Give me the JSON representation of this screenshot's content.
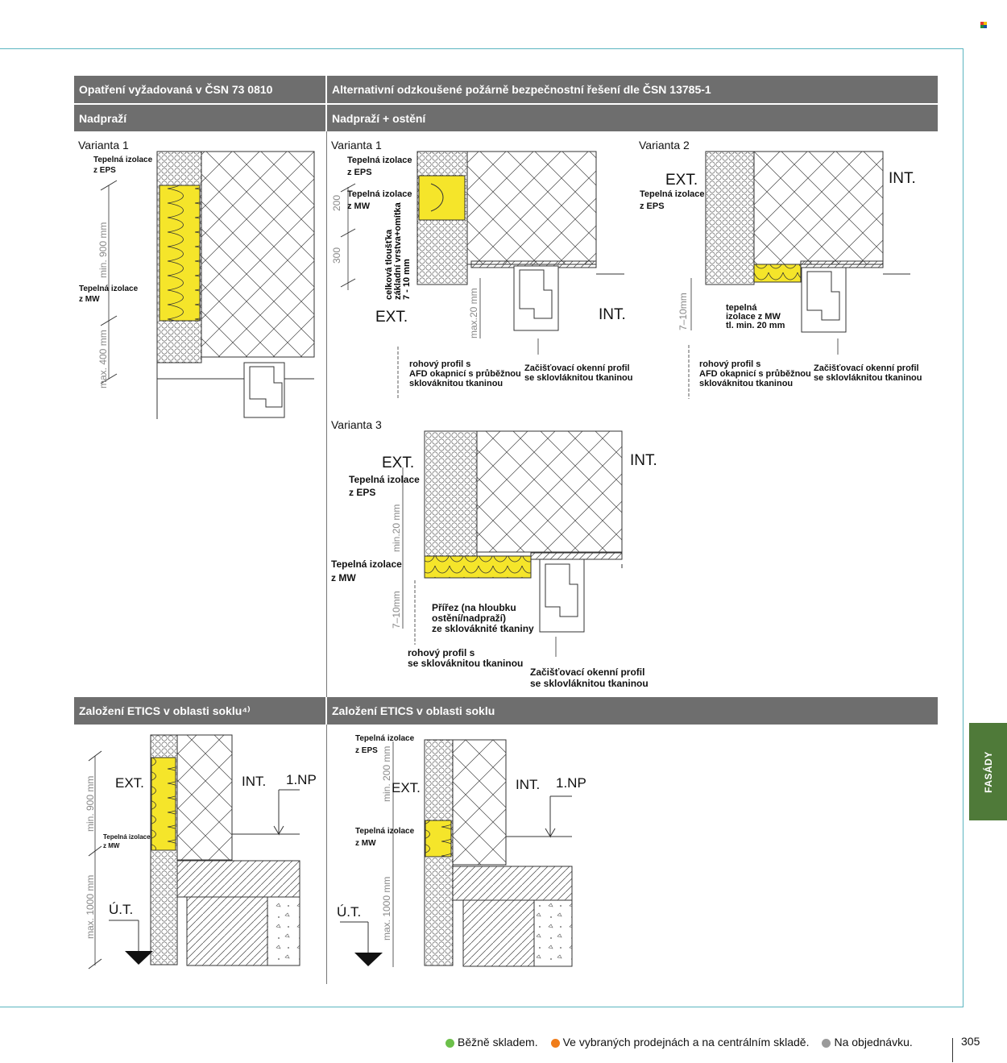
{
  "headers": {
    "left_top": "Opatření vyžadovaná v ČSN 73 0810",
    "right_top": "Alternativní odzkoušené požárně bezpečnostní řešení dle ČSN 13785-1",
    "left_sub": "Nadpraží",
    "right_sub": "Nadpraží + ostění",
    "left_bottom": "Založení ETICS v oblasti soklu⁴⁾",
    "right_bottom": "Založení ETICS v oblasti soklu"
  },
  "variants": {
    "left_v1": "Varianta 1",
    "right_v1": "Varianta 1",
    "right_v2": "Varianta 2",
    "right_v3": "Varianta 3"
  },
  "labels": {
    "ext": "EXT.",
    "int": "INT.",
    "np": "1.NP",
    "ut": "Ú.T.",
    "eps_1": "Tepelná izolace",
    "eps_2": "z EPS",
    "mw_1": "Tepelná izolace",
    "mw_2": "z MW",
    "min900": "min. 900 mm",
    "max400": "max. 400 mm",
    "dim200": "200",
    "dim300": "300",
    "max20": "max.20 mm",
    "min20": "min.20 mm",
    "dim710": "7–10mm",
    "min200": "min. 200 mm",
    "max1000": "max. 1000 mm",
    "thickness_1": "celková tloušťka",
    "thickness_2": "základní vrstva+omítka",
    "thickness_3": "7 - 10 mm",
    "corner_1": "rohový profil s",
    "corner_2": "AFD okapnicí s průběžnou",
    "corner_3": "sklováknitou tkaninou",
    "start_1": "Začišťovací okenní profil",
    "start_2": "se sklovláknitou tkaninou",
    "mw20_1": "tepelná",
    "mw20_2": "izolace z MW",
    "mw20_3": "tl. min. 20 mm",
    "cut_1": "Přířez (na hloubku",
    "cut_2": "ostění/nadpraží)",
    "cut_3": "ze sklováknité tkaniny",
    "corner3_1": "rohový profil s",
    "corner3_2": "se sklováknitou tkaninou"
  },
  "side_tab": "FASÁDY",
  "footer": {
    "items": [
      {
        "text": "Běžně skladem.",
        "color": "#6cc04a"
      },
      {
        "text": "Ve vybraných prodejnách a na centrálním skladě.",
        "color": "#f07d1a"
      },
      {
        "text": "Na objednávku.",
        "color": "#9a9a9a"
      }
    ],
    "page": "305"
  },
  "colors": {
    "header_bg": "#6e6e6e",
    "insulation": "#f5e52a",
    "frame": "#5bb5c0",
    "tab": "#4f7a39"
  }
}
